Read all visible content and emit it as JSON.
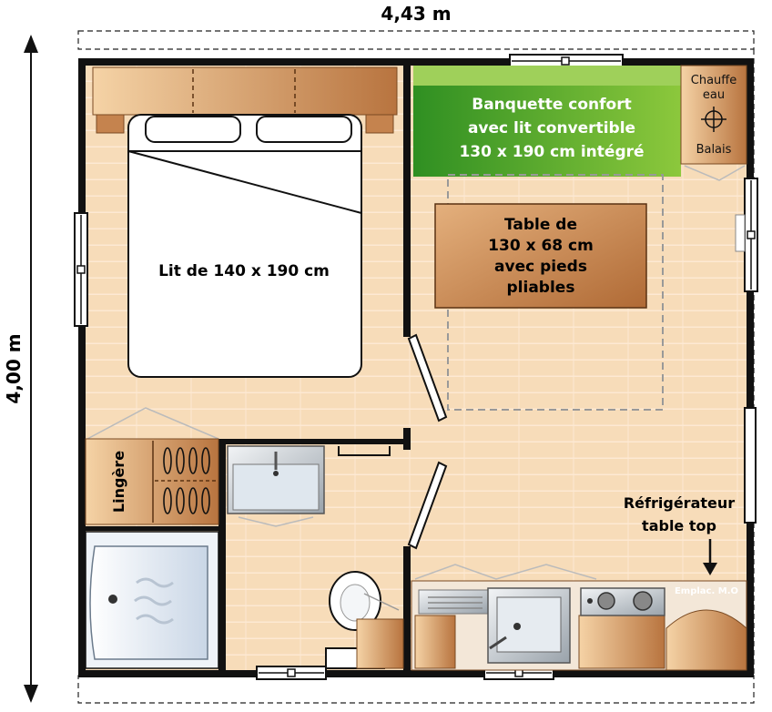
{
  "dimensions": {
    "width_label": "4,43 m",
    "height_label": "4,00 m"
  },
  "rooms": {
    "bed_label": "Lit de 140 x 190 cm",
    "sofa_label": [
      "Banquette confort",
      "avec lit convertible",
      "130 x 190 cm intégré"
    ],
    "table_label": [
      "Table de",
      "130 x 68 cm",
      "avec pieds",
      "pliables"
    ],
    "linen_label": "Lingère",
    "water_heater_label": [
      "Chauffe",
      "eau"
    ],
    "broom_label": "Balais",
    "fridge_label": [
      "Réfrigérateur",
      "table top"
    ],
    "microwave_label": "Emplac. M.O"
  },
  "colors": {
    "floor": "#f7dcb9",
    "floor_line": "#ffeedd",
    "wall": "#111111",
    "sofa_green": "#4fa82a",
    "furniture_brown": "#cf9a69",
    "table_brown": "#c98a58",
    "white": "#ffffff"
  }
}
